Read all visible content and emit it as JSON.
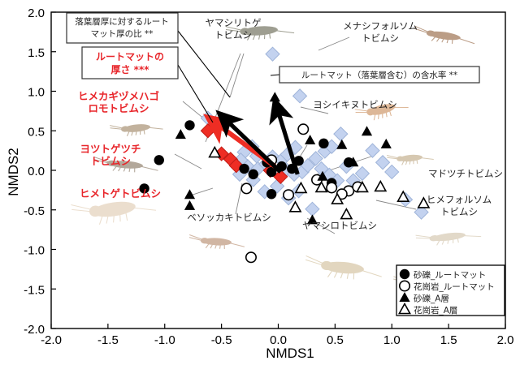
{
  "chart_data": {
    "type": "scatter",
    "title": "",
    "xlabel": "NMDS1",
    "ylabel": "NMDS2",
    "xlim": [
      -2.0,
      2.0
    ],
    "ylim": [
      -2.0,
      2.0
    ],
    "xticks": [
      "-2.0",
      "-1.5",
      "-1.0",
      "-0.5",
      "0.0",
      "0.5",
      "1.0",
      "1.5",
      "2.0"
    ],
    "yticks": [
      "-2.0",
      "-1.5",
      "-1.0",
      "-0.5",
      "0.0",
      "0.5",
      "1.0",
      "1.5",
      "2.0"
    ],
    "grid": false,
    "legend_position": "bottom-right",
    "series": [
      {
        "name": "砂礫_ルートマット",
        "marker": "filled-circle",
        "color": "#000000",
        "points": [
          [
            -0.78,
            0.57
          ],
          [
            -1.05,
            0.13
          ],
          [
            -1.18,
            -0.23
          ],
          [
            -0.3,
            0.02
          ],
          [
            -0.22,
            -0.05
          ],
          [
            -0.1,
            0.1
          ],
          [
            -0.06,
            -0.02
          ],
          [
            0.03,
            0.05
          ],
          [
            0.12,
            0.02
          ],
          [
            0.18,
            0.12
          ],
          [
            0.4,
            0.34
          ],
          [
            0.47,
            -0.16
          ],
          [
            -0.06,
            -0.3
          ],
          [
            0.62,
            0.1
          ]
        ]
      },
      {
        "name": "花崗岩_ルートマット",
        "marker": "open-circle",
        "color": "#000000",
        "points": [
          [
            0.1,
            1.22
          ],
          [
            -0.28,
            -0.23
          ],
          [
            -0.06,
            0.13
          ],
          [
            0.22,
            0.52
          ],
          [
            0.34,
            -0.12
          ],
          [
            0.47,
            -0.22
          ],
          [
            0.62,
            -0.26
          ],
          [
            0.7,
            -0.21
          ],
          [
            -0.24,
            -1.1
          ],
          [
            0.09,
            -0.31
          ],
          [
            0.56,
            -0.3
          ]
        ]
      },
      {
        "name": "砂礫_A層",
        "marker": "filled-triangle",
        "color": "#000000",
        "points": [
          [
            -0.86,
            0.45
          ],
          [
            -0.78,
            -0.31
          ],
          [
            -0.78,
            -0.45
          ],
          [
            -0.03,
            0.92
          ],
          [
            0.28,
            0.38
          ],
          [
            0.56,
            0.32
          ],
          [
            0.78,
            0.49
          ],
          [
            0.66,
            0.1
          ],
          [
            0.39,
            -0.08
          ],
          [
            0.3,
            -0.63
          ],
          [
            0.95,
            0.33
          ]
        ]
      },
      {
        "name": "花崗岩_A層",
        "marker": "open-triangle",
        "color": "#000000",
        "points": [
          [
            -0.56,
            0.22
          ],
          [
            0.2,
            -0.23
          ],
          [
            0.38,
            -0.22
          ],
          [
            0.52,
            -0.37
          ],
          [
            0.74,
            -0.22
          ],
          [
            0.9,
            -0.21
          ],
          [
            1.1,
            -0.34
          ],
          [
            1.28,
            -0.42
          ],
          [
            0.15,
            -0.47
          ],
          [
            0.6,
            -0.56
          ]
        ]
      },
      {
        "name": "species-scores",
        "marker": "diamond-blue",
        "color": "#c3d2ef",
        "points": [
          [
            -0.62,
            0.66
          ],
          [
            -0.05,
            1.47
          ],
          [
            0.19,
            0.94
          ],
          [
            -0.23,
            0.3
          ],
          [
            -0.3,
            0.23
          ],
          [
            -0.19,
            0.18
          ],
          [
            -0.27,
            0.05
          ],
          [
            -0.34,
            -0.05
          ],
          [
            -0.18,
            0.02
          ],
          [
            -0.11,
            0.08
          ],
          [
            -0.05,
            0.17
          ],
          [
            0.03,
            0.13
          ],
          [
            0.08,
            0.2
          ],
          [
            0.15,
            0.29
          ],
          [
            0.07,
            0.01
          ],
          [
            0.14,
            -0.05
          ],
          [
            0.21,
            -0.02
          ],
          [
            0.26,
            0.06
          ],
          [
            0.33,
            0.15
          ],
          [
            0.41,
            0.24
          ],
          [
            0.38,
            0.02
          ],
          [
            0.45,
            -0.06
          ],
          [
            0.52,
            -0.13
          ],
          [
            0.6,
            0.05
          ],
          [
            0.47,
            0.3
          ],
          [
            0.55,
            0.46
          ],
          [
            0.83,
            0.25
          ],
          [
            0.92,
            0.1
          ],
          [
            1.0,
            -0.02
          ],
          [
            0.18,
            -0.26
          ],
          [
            0.09,
            -0.35
          ],
          [
            -0.01,
            -0.2
          ],
          [
            -0.12,
            -0.27
          ],
          [
            -0.22,
            -0.12
          ],
          [
            0.66,
            -0.13
          ],
          [
            0.74,
            -0.04
          ],
          [
            1.12,
            -0.37
          ],
          [
            1.26,
            -0.53
          ],
          [
            0.3,
            -0.49
          ],
          [
            -0.33,
            0.13
          ]
        ]
      },
      {
        "name": "key-species-scores",
        "marker": "diamond-red",
        "color": "#ee2d24",
        "points": [
          [
            -0.62,
            0.5
          ],
          [
            -0.5,
            0.21
          ],
          [
            -0.42,
            0.14
          ],
          [
            -0.37,
            0.06
          ],
          [
            -0.07,
            0.0
          ],
          [
            0.02,
            -0.08
          ]
        ]
      }
    ],
    "vectors": [
      {
        "name": "ルートマットの厚さ",
        "color": "#ee2d24",
        "from": [
          -0.03,
          0.05
        ],
        "to": [
          -0.62,
          0.67
        ]
      },
      {
        "name": "落葉層厚に対するルートマット厚の比",
        "color": "#000000",
        "from": [
          0.02,
          -0.02
        ],
        "to": [
          -0.52,
          0.72
        ]
      },
      {
        "name": "ルートマット（落葉層含む）の含水率",
        "color": "#000000",
        "from": [
          0.17,
          -0.05
        ],
        "to": [
          -0.03,
          0.88
        ]
      }
    ]
  },
  "axes": {
    "x_title": "NMDS1",
    "y_title": "NMDS2"
  },
  "env_boxes": [
    {
      "id": "ratio",
      "text_lines": [
        "落葉層厚に対するルート",
        "マット厚の比 **"
      ],
      "color": "#222222"
    },
    {
      "id": "thickness",
      "text_lines": [
        "ルートマットの",
        "厚さ ***"
      ],
      "color": "#e8262b"
    },
    {
      "id": "water",
      "text_lines": [
        "ルートマット（落葉層含む）の含水率 **"
      ],
      "color": "#222222"
    }
  ],
  "species_labels": [
    {
      "id": "yamashiritoge",
      "lines": [
        "ヤマシリトゲ",
        "トビムシ"
      ],
      "style": "plain"
    },
    {
      "id": "menashiforusomu",
      "lines": [
        "メナシフォルソム",
        "トビムシ"
      ],
      "style": "plain"
    },
    {
      "id": "yoshiikinuto",
      "lines": [
        "ヨシイキヌトビムシ"
      ],
      "style": "plain"
    },
    {
      "id": "madotsuchi",
      "lines": [
        "マドツチトビムシ"
      ],
      "style": "plain"
    },
    {
      "id": "himeforusomu",
      "lines": [
        "ヒメフォルソム",
        "トビムシ"
      ],
      "style": "plain"
    },
    {
      "id": "yamashiro",
      "lines": [
        "ヤマシロトビムシ"
      ],
      "style": "plain"
    },
    {
      "id": "besokkaki",
      "lines": [
        "ベソッカキトビムシ"
      ],
      "style": "plain"
    },
    {
      "id": "himekagizume",
      "lines": [
        "ヒメカギヅメハゴ",
        "ロモトビムシ"
      ],
      "style": "red"
    },
    {
      "id": "yotsutogetsuchi",
      "lines": [
        "ヨツトゲツチ",
        "トビムシ"
      ],
      "style": "red"
    },
    {
      "id": "himetoge",
      "lines": [
        "ヒメトゲトビムシ"
      ],
      "style": "red"
    }
  ],
  "legend": {
    "items": [
      {
        "marker": "filled-circle",
        "label": "砂礫_ルートマット"
      },
      {
        "marker": "open-circle",
        "label": "花崗岩_ルートマット"
      },
      {
        "marker": "filled-triangle",
        "label": "砂礫_A層"
      },
      {
        "marker": "open-triangle",
        "label": "花崗岩_A層"
      }
    ]
  },
  "colors": {
    "accent_red": "#e8262b",
    "species_diamond": "#c3d2ef",
    "key_diamond": "#ee2d24",
    "axis": "#000000"
  }
}
